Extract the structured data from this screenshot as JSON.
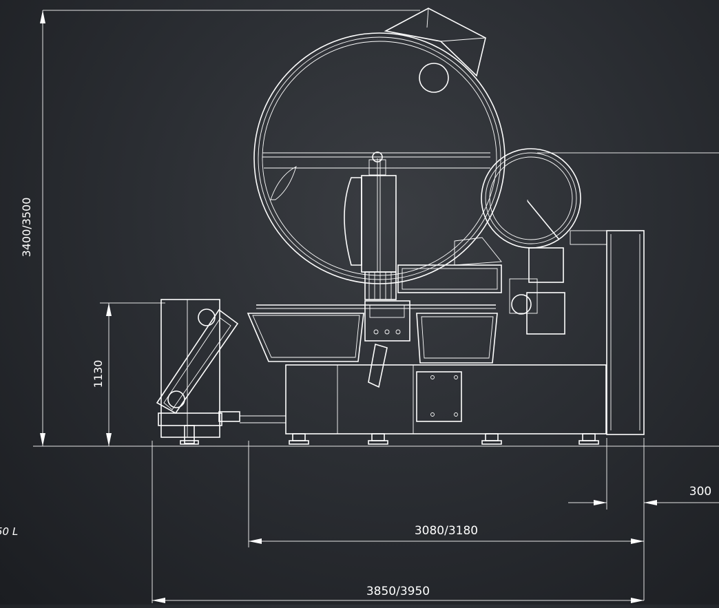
{
  "dimensions": {
    "overall_height": "3400/3500",
    "bowl_height": "1130",
    "side_offset": "300",
    "base_length": "3080/3180",
    "overall_length": "3850/3950"
  },
  "caption": "50 L",
  "colors": {
    "background": "#2b2e33",
    "line": "#ffffff"
  }
}
